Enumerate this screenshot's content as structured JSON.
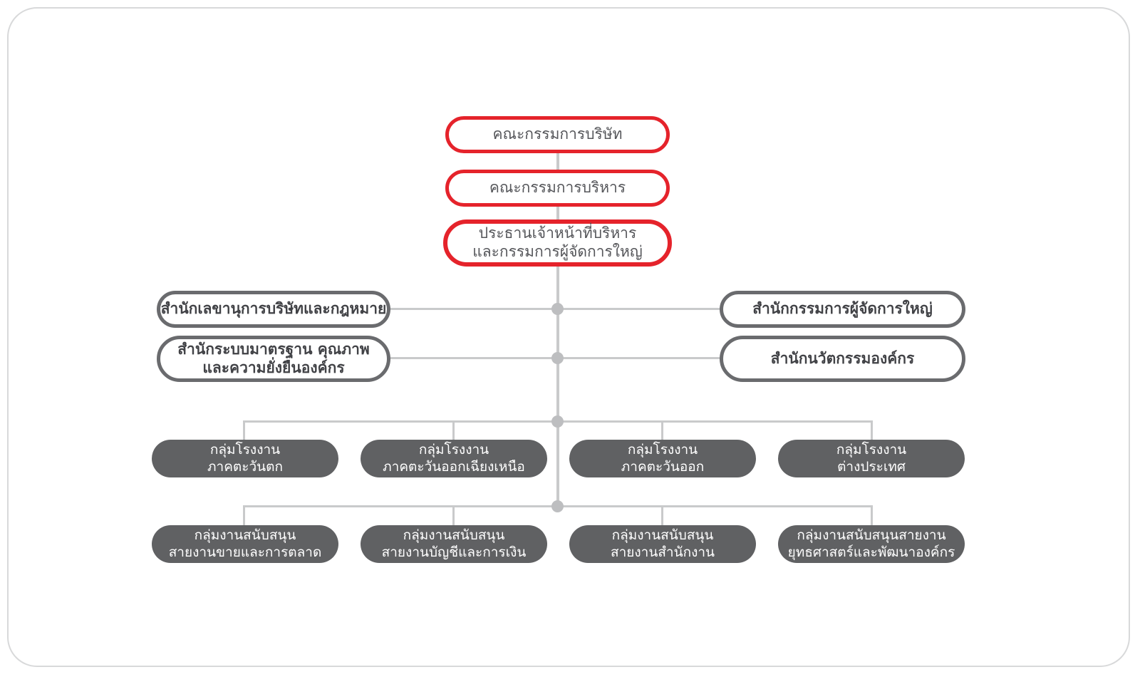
{
  "diagram": {
    "type": "org-chart",
    "colors": {
      "accent_red": "#e5232b",
      "outline_gray": "#6a6b6e",
      "dark_node_fill": "#606163",
      "dark_node_text": "#ffffff",
      "light_node_text": "#55565a",
      "connector": "#c9cacb",
      "frame_border": "#d8d9da"
    },
    "nodes": {
      "board": {
        "line1": "คณะกรรมการบริษัท"
      },
      "executive_committee": {
        "line1": "คณะกรรมการบริหาร"
      },
      "ceo_president": {
        "line1": "ประธานเจ้าหน้าที่บริหาร",
        "line2": "และกรรมการผู้จัดการใหญ่"
      },
      "corporate_secretary_legal_office": {
        "line1": "สำนักเลขานุการบริษัทและกฎหมาย"
      },
      "standards_quality_sustainability_office": {
        "line1": "สำนักระบบมาตรฐาน คุณภาพ",
        "line2": "และความยั่งยืนองค์กร"
      },
      "president_office": {
        "line1": "สำนักกรรมการผู้จัดการใหญ่"
      },
      "corporate_innovation_office": {
        "line1": "สำนักนวัตกรรมองค์กร"
      },
      "factory_group_west": {
        "line1": "กลุ่มโรงงาน",
        "line2": "ภาคตะวันตก"
      },
      "factory_group_northeast": {
        "line1": "กลุ่มโรงงาน",
        "line2": "ภาคตะวันออกเฉียงเหนือ"
      },
      "factory_group_east": {
        "line1": "กลุ่มโรงงาน",
        "line2": "ภาคตะวันออก"
      },
      "factory_group_international": {
        "line1": "กลุ่มโรงงาน",
        "line2": "ต่างประเทศ"
      },
      "support_group_sales_marketing": {
        "line1": "กลุ่มงานสนับสนุน",
        "line2": "สายงานขายและการตลาด"
      },
      "support_group_accounting_finance": {
        "line1": "กลุ่มงานสนับสนุน",
        "line2": "สายงานบัญชีและการเงิน"
      },
      "support_group_office": {
        "line1": "กลุ่มงานสนับสนุน",
        "line2": "สายงานสำนักงาน"
      },
      "support_group_strategy_od": {
        "line1": "กลุ่มงานสนับสนุนสายงาน",
        "line2": "ยุทธศาสตร์และพัฒนาองค์กร"
      }
    }
  }
}
